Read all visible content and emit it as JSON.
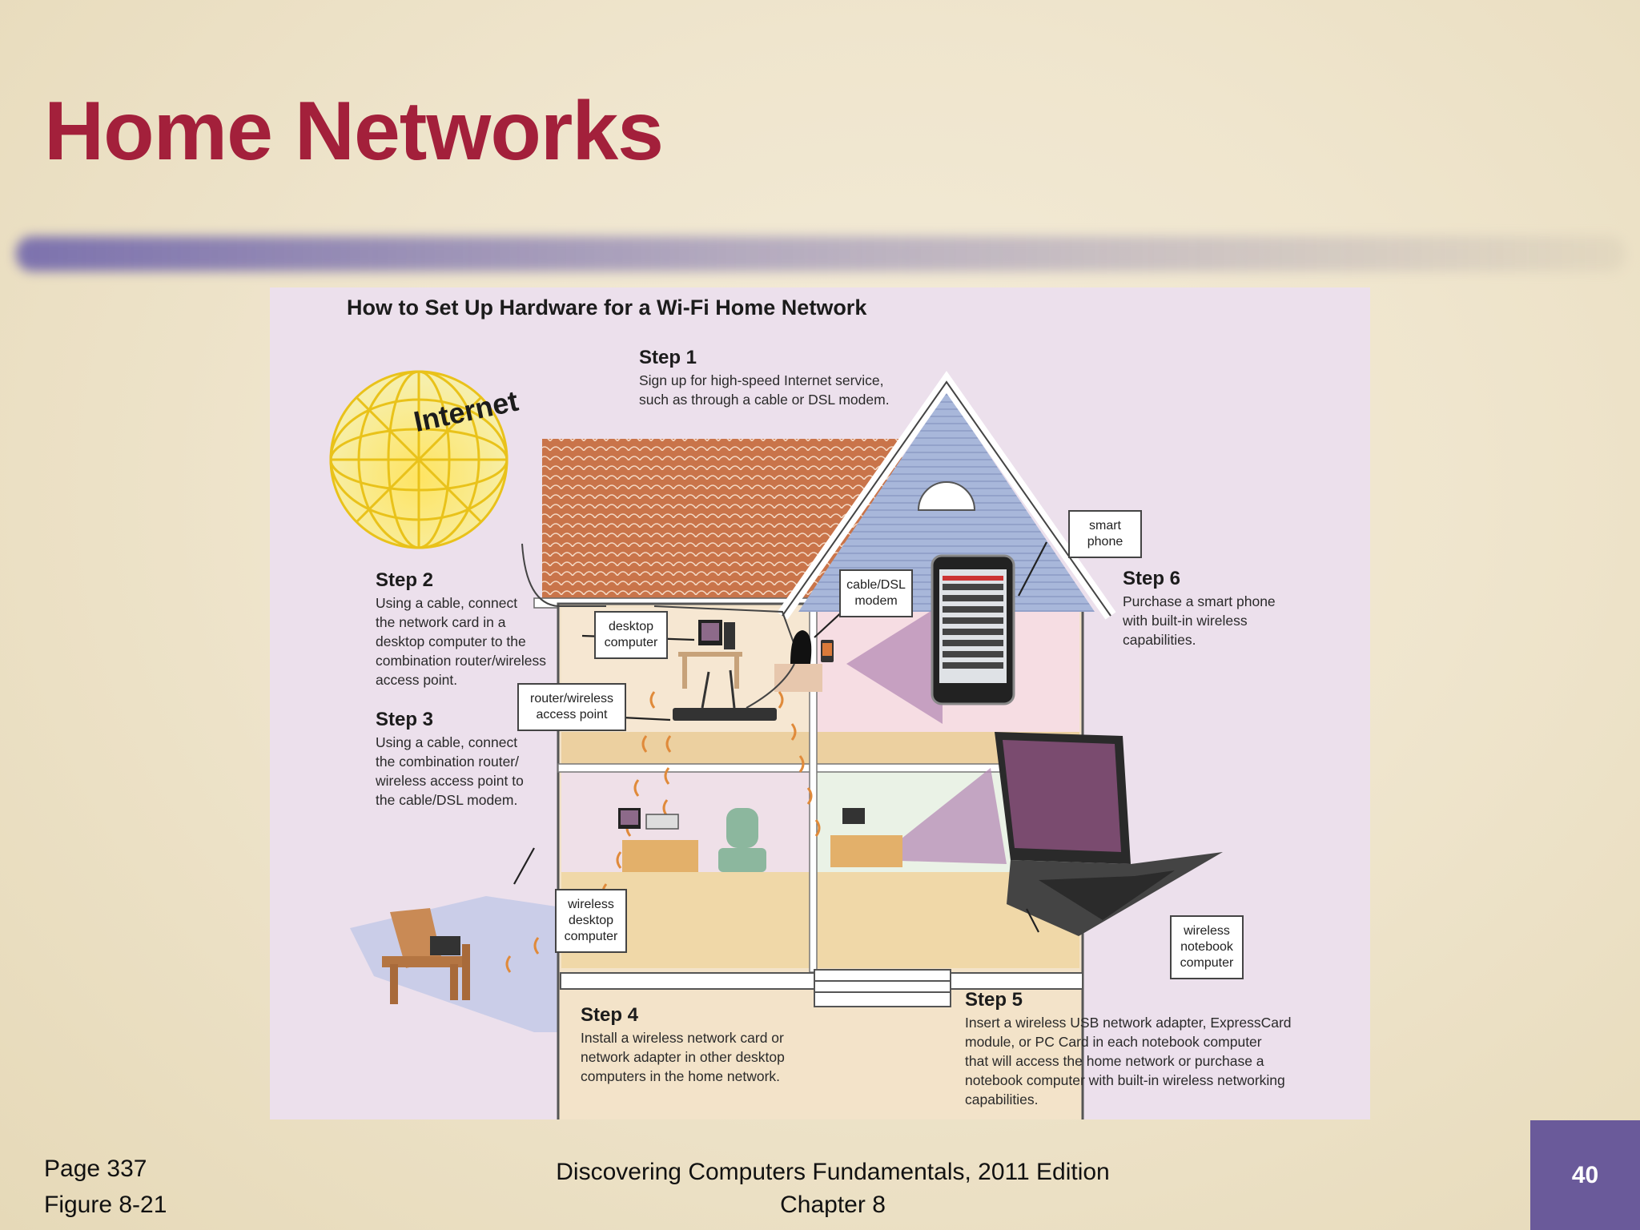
{
  "slide": {
    "title": "Home Networks",
    "page_ref": "Page 337",
    "figure_ref": "Figure 8-21",
    "footer_line1": "Discovering Computers Fundamentals, 2011 Edition",
    "footer_line2": "Chapter 8",
    "page_number": "40"
  },
  "figure": {
    "title": "How to Set Up Hardware for a Wi-Fi Home Network",
    "internet_label": "Internet",
    "steps": [
      {
        "heading": "Step 1",
        "lines": [
          "Sign up for high-speed Internet service,",
          "such as through a cable or DSL modem."
        ]
      },
      {
        "heading": "Step 2",
        "lines": [
          "Using a cable, connect",
          "the network card in a",
          "desktop computer to the",
          "combination router/wireless",
          "access point."
        ]
      },
      {
        "heading": "Step 3",
        "lines": [
          "Using a cable, connect",
          "the combination router/",
          "wireless access point to",
          "the cable/DSL modem."
        ]
      },
      {
        "heading": "Step 4",
        "lines": [
          "Install a wireless network card or",
          "network adapter in other desktop",
          "computers in the home network."
        ]
      },
      {
        "heading": "Step 5",
        "lines": [
          "Insert a wireless USB network adapter, ExpressCard",
          "module, or PC Card in each notebook computer",
          "that will access the home network or purchase a",
          "notebook computer with built-in wireless networking",
          "capabilities."
        ]
      },
      {
        "heading": "Step 6",
        "lines": [
          "Purchase a smart phone",
          "with built-in wireless",
          "capabilities."
        ]
      }
    ],
    "callouts": {
      "smart_phone": [
        "smart",
        "phone"
      ],
      "cable_modem": [
        "cable/DSL",
        "modem"
      ],
      "desktop": [
        "desktop",
        "computer"
      ],
      "router": [
        "router/wireless",
        "access point"
      ],
      "wireless_desktop": [
        "wireless",
        "desktop",
        "computer"
      ],
      "wireless_notebook": [
        "wireless",
        "notebook",
        "computer"
      ]
    }
  }
}
